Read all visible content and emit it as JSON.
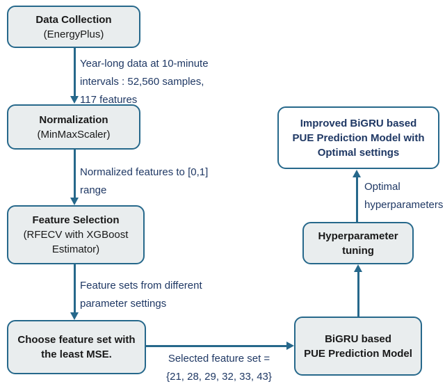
{
  "colors": {
    "box_border": "#26688b",
    "box_fill_gray": "#e9edee",
    "box_fill_white": "#ffffff",
    "arrow": "#26688b",
    "edge_label_text": "#1f3864",
    "box_title_text": "#191919",
    "improved_box_text": "#1f3864"
  },
  "nodes": {
    "data_collection": {
      "lines": [
        "Data Collection",
        "(EnergyPlus)"
      ]
    },
    "normalization": {
      "lines": [
        "Normalization",
        "(MinMaxScaler)"
      ]
    },
    "feature_selection": {
      "lines": [
        "Feature Selection",
        "(RFECV with XGBoost",
        "Estimator)"
      ]
    },
    "choose_feature_set": {
      "lines": [
        "Choose feature set with",
        "the least MSE."
      ]
    },
    "bigru_model": {
      "lines": [
        "BiGRU based",
        "PUE Prediction Model"
      ]
    },
    "hyperparameter_tuning": {
      "lines": [
        "Hyperparameter",
        "tuning"
      ]
    },
    "improved_model": {
      "lines": [
        "Improved BiGRU based",
        "PUE Prediction Model with",
        "Optimal settings"
      ]
    }
  },
  "edge_labels": {
    "collection_to_normalization": [
      "Year-long data at 10-minute",
      "intervals : 52,560 samples,",
      "117 features"
    ],
    "normalization_to_selection": [
      "Normalized features to [0,1]",
      "range"
    ],
    "selection_to_choose": [
      "Feature sets from different",
      "parameter settings"
    ],
    "choose_to_model": [
      "Selected feature set =",
      "{21, 28, 29, 32, 33, 43}"
    ],
    "tuning_to_improved": [
      "Optimal",
      "hyperparameters"
    ]
  }
}
